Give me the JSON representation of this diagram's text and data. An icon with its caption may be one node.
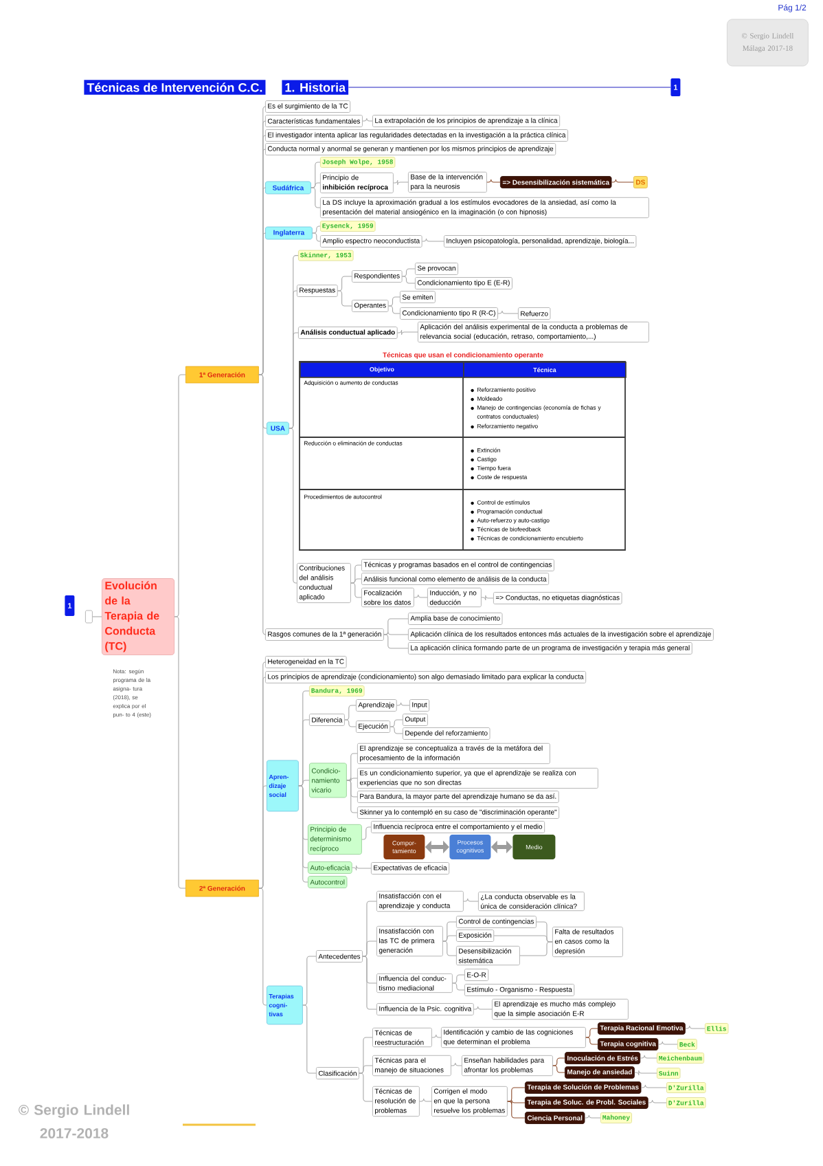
{
  "diagram": {
    "nodes": [
      {
        "text": [
          "© Sergio Lindell Málaga 2017-18"
        ]
      },
      {
        "text": [
          "Técnicas de Intervención C.C."
        ]
      },
      {
        "text": [
          "1. Historia"
        ]
      },
      {
        "text": [
          "1"
        ]
      },
      {
        "text": [
          "1"
        ]
      },
      {
        "text": [],
        "shape": "box"
      },
      {
        "text": [
          "Evolución de la Terapia de Conducta (TC)"
        ],
        "beside": [
          "Nota: según programa de la asigna- tura (2018), se explica por el pun- to 4 (este)"
        ]
      },
      {
        "text": [
          "1ª Generación"
        ]
      },
      {
        "text": [
          "Es el surgimiento de la TC"
        ]
      },
      {
        "text": [
          "Características fundamentales"
        ]
      },
      {
        "text": [
          "La extrapolación de los principios de aprendizaje a la clínica"
        ]
      },
      {
        "text": [
          "El investigador intenta aplicar las regularidades detectadas en la investigación a la práctica clínica"
        ]
      },
      {
        "text": [
          "Conducta normal y anormal se generan y mantienen por los mismos principios de aprendizaje"
        ]
      },
      {
        "text": [
          "Sudáfrica"
        ]
      },
      {
        "text": [
          "Joseph Wolpe, 1958"
        ]
      },
      {
        "text": [
          "Principio de **inhibición recíproca**"
        ]
      },
      {
        "text": [
          "Base de la intervención para la neurosis"
        ]
      },
      {
        "text": [
          "=> Desensibilización sistemática"
        ]
      },
      {
        "text": [
          "DS"
        ]
      },
      {
        "text": [
          "La DS incluye la aproximación gradual a los estímulos evocadores de la ansiedad, así como la presentación del material ansiogénico en la imaginación (o con hipnosis)"
        ]
      },
      {
        "text": [
          "Inglaterra"
        ]
      },
      {
        "text": [
          "Eysenck, 1959"
        ]
      },
      {
        "text": [
          "Amplio espectro neoconductista"
        ]
      },
      {
        "text": [
          "Incluyen psicopatología, personalidad, aprendizaje, biología..."
        ]
      },
      {
        "text": [
          "USA"
        ]
      },
      {
        "text": [
          "Skinner, 1953"
        ]
      },
      {
        "text": [
          "Respuestas"
        ]
      },
      {
        "text": [
          "Respondientes"
        ]
      },
      {
        "text": [
          "Se provocan"
        ]
      },
      {
        "text": [
          "Condicionamiento tipo E (E-R)"
        ]
      },
      {
        "text": [
          "Operantes"
        ]
      },
      {
        "text": [
          "Se emiten"
        ]
      },
      {
        "text": [
          "Condicionamiento tipo R (R-C)"
        ]
      },
      {
        "text": [
          "Refuerzo"
        ]
      },
      {
        "text": [
          "Análisis conductual aplicado"
        ]
      },
      {
        "text": [
          "Aplicación del análisis experimental de la conducta a problemas de relevancia social (educación, retraso, comportamiento,...)"
        ]
      },
      {
        "text": [
          "Contribuciones del análisis conductual aplicado"
        ]
      },
      {
        "text": [
          "Técnicas y programas basados en el control de contingencias"
        ]
      },
      {
        "text": [
          "Análisis funcional como elemento de análisis de la conducta"
        ]
      },
      {
        "text": [
          "Focalización sobre los datos"
        ]
      },
      {
        "text": [
          "Inducción, y no deducción"
        ]
      },
      {
        "text": [
          "=> Conductas, no etiquetas diagnósticas"
        ]
      },
      {
        "text": [
          "Rasgos comunes de la 1ª generación"
        ]
      },
      {
        "text": [
          "Amplia base de conocimiento"
        ]
      },
      {
        "text": [
          "Aplicación clínica de los resultados entonces más actuales de la investigación sobre el aprendizaje"
        ]
      },
      {
        "text": [
          "La aplicación clínica formando parte de un programa de investigación y terapia más general"
        ]
      },
      {
        "text": [
          "2ª Generación"
        ]
      },
      {
        "text": [
          "Heterogeneidad en la TC"
        ]
      },
      {
        "text": [
          "Los principios de aprendizaje (condicionamiento) son algo demasiado limitado para explicar la conducta"
        ]
      },
      {
        "text": [
          "Apren- dizaje social"
        ]
      },
      {
        "text": [
          "Bandura, 1969"
        ]
      },
      {
        "text": [
          "Diferencia"
        ]
      },
      {
        "text": [
          "Aprendizaje"
        ]
      },
      {
        "text": [
          "Input"
        ]
      },
      {
        "text": [
          "Ejecución"
        ]
      },
      {
        "text": [
          "Output"
        ]
      },
      {
        "text": [
          "Depende del reforzamiento"
        ]
      },
      {
        "text": [
          "Condicio- namiento vicario"
        ]
      },
      {
        "text": [
          "El aprendizaje se conceptualiza a través de la metáfora del procesamiento de la información"
        ]
      },
      {
        "text": [
          "Es un condicionamiento superior, ya que el aprendizaje se realiza con experiencias que no son directas"
        ]
      },
      {
        "text": [
          "Para Bandura, la mayor parte del aprendizaje humano se da así."
        ]
      },
      {
        "text": [
          "Skinner ya lo contempló en su caso de \"discriminación operante\""
        ]
      },
      {
        "text": [
          "Principio de determinismo recíproco"
        ]
      },
      {
        "text": [
          "Influencia recíproca entre el comportamiento y el medio"
        ]
      },
      {
        "text": [
          "Compor- tamiento"
        ]
      },
      {
        "text": [
          "Procesos cognitivos"
        ]
      },
      {
        "text": [
          "Medio"
        ]
      },
      {
        "text": [
          "Auto-eficacia"
        ]
      },
      {
        "text": [
          "Expectativas de eficacia"
        ]
      },
      {
        "text": [
          "Autocontrol"
        ]
      },
      {
        "text": [
          "Terapias cogni- tivas"
        ]
      },
      {
        "text": [
          "Antecedentes"
        ]
      },
      {
        "text": [
          "Insatisfacción con el aprendizaje y conducta"
        ]
      },
      {
        "text": [
          "¿La conducta observable es la única de consideración clínica?"
        ]
      },
      {
        "text": [
          "Insatisfacción con las TC de primera generación"
        ]
      },
      {
        "text": [
          "Control de contingencias"
        ]
      },
      {
        "text": [
          "Exposición"
        ]
      },
      {
        "text": [
          "Desensibilización sistemática"
        ]
      },
      {
        "text": [
          "Falta de resultados en casos como la depresión"
        ]
      },
      {
        "text": [
          "Influencia del conduc- tismo mediacional"
        ]
      },
      {
        "text": [
          "E-O-R"
        ]
      },
      {
        "text": [
          "Estímulo - Organismo - Respuesta"
        ]
      },
      {
        "text": [
          "Influencia de la Psic. cognitiva"
        ]
      },
      {
        "text": [
          "El aprendizaje es mucho más complejo que la simple asociación E-R"
        ]
      },
      {
        "text": [
          "Clasificación"
        ]
      },
      {
        "text": [
          "Técnicas de reestructuración"
        ]
      },
      {
        "text": [
          "Identificación y cambio de las cogniciones que determinan el problema"
        ]
      },
      {
        "text": [
          "Terapia Racional Emotiva"
        ]
      },
      {
        "text": [
          "Ellis"
        ]
      },
      {
        "text": [
          "Terapia cognitiva"
        ]
      },
      {
        "text": [
          "Beck"
        ]
      },
      {
        "text": [
          "Técnicas para el manejo de situaciones"
        ]
      },
      {
        "text": [
          "Enseñan habilidades para afrontar los problemas"
        ]
      },
      {
        "text": [
          "Inoculación de Estrés"
        ]
      },
      {
        "text": [
          "Meichenbaum"
        ]
      },
      {
        "text": [
          "Manejo de ansiedad"
        ]
      },
      {
        "text": [
          "Suinn"
        ]
      },
      {
        "text": [
          "Técnicas de resolución de problemas"
        ]
      },
      {
        "text": [
          "Corrigen el modo en que la persona resuelve los problemas"
        ]
      },
      {
        "text": [
          "Terapia de Solución de Problemas"
        ]
      },
      {
        "text": [
          "D'Zurilla"
        ]
      },
      {
        "text": [
          "Terapia de Soluc. de Probl. Sociales"
        ]
      },
      {
        "text": [
          "D'Zurilla"
        ]
      },
      {
        "text": [
          "Ciencia Personal"
        ]
      },
      {
        "text": [
          "Mahoney"
        ]
      }
    ],
    "edges": [
      {
        "from": 2,
        "to": 3,
        "arrow": "none",
        "color": "#2020c0"
      },
      {
        "from": 5,
        "to": 6,
        "arrow": "none"
      },
      {
        "from": 6,
        "to": 7,
        "arrow": "none"
      },
      {
        "from": 6,
        "to": 46,
        "arrow": "none"
      },
      {
        "from": 7,
        "to": 8,
        "arrow": "none"
      },
      {
        "from": 7,
        "to": 9,
        "arrow": "none"
      },
      {
        "from": 9,
        "to": 10,
        "arrow": "none"
      },
      {
        "from": 7,
        "to": 11,
        "arrow": "none"
      },
      {
        "from": 7,
        "to": 12,
        "arrow": "none"
      },
      {
        "from": 7,
        "to": 13,
        "arrow": "none"
      },
      {
        "from": 13,
        "to": 14,
        "arrow": "none"
      },
      {
        "from": 13,
        "to": 15,
        "arrow": "none"
      },
      {
        "from": 15,
        "to": 16,
        "arrow": "none"
      },
      {
        "from": 16,
        "to": 17,
        "arrow": "none",
        "color": "#8b4a2a"
      },
      {
        "from": 17,
        "to": 18,
        "arrow": "none",
        "color": "#8b4a2a"
      },
      {
        "from": 13,
        "to": 19,
        "arrow": "none"
      },
      {
        "from": 7,
        "to": 20,
        "arrow": "none"
      },
      {
        "from": 20,
        "to": 21,
        "arrow": "none"
      },
      {
        "from": 20,
        "to": 22,
        "arrow": "none"
      },
      {
        "from": 22,
        "to": 23,
        "arrow": "none"
      },
      {
        "from": 7,
        "to": 24,
        "arrow": "none"
      },
      {
        "from": 24,
        "to": 25,
        "arrow": "none"
      },
      {
        "from": 24,
        "to": 26,
        "arrow": "none"
      },
      {
        "from": 26,
        "to": 27,
        "arrow": "none"
      },
      {
        "from": 27,
        "to": 28,
        "arrow": "none"
      },
      {
        "from": 27,
        "to": 29,
        "arrow": "none"
      },
      {
        "from": 26,
        "to": 30,
        "arrow": "none"
      },
      {
        "from": 30,
        "to": 31,
        "arrow": "none"
      },
      {
        "from": 30,
        "to": 32,
        "arrow": "none"
      },
      {
        "from": 32,
        "to": 33,
        "arrow": "none"
      },
      {
        "from": 24,
        "to": 34,
        "arrow": "none"
      },
      {
        "from": 34,
        "to": 35,
        "arrow": "none"
      },
      {
        "from": 24,
        "to": 36,
        "arrow": "none"
      },
      {
        "from": 36,
        "to": 37,
        "arrow": "none"
      },
      {
        "from": 36,
        "to": 38,
        "arrow": "none"
      },
      {
        "from": 36,
        "to": 39,
        "arrow": "none"
      },
      {
        "from": 39,
        "to": 40,
        "arrow": "none"
      },
      {
        "from": 40,
        "to": 41,
        "arrow": "none"
      },
      {
        "from": 7,
        "to": 42,
        "arrow": "none"
      },
      {
        "from": 42,
        "to": 43,
        "arrow": "none"
      },
      {
        "from": 42,
        "to": 44,
        "arrow": "none"
      },
      {
        "from": 42,
        "to": 45,
        "arrow": "none"
      },
      {
        "from": 46,
        "to": 47,
        "arrow": "none"
      },
      {
        "from": 46,
        "to": 48,
        "arrow": "none"
      },
      {
        "from": 46,
        "to": 49,
        "arrow": "none"
      },
      {
        "from": 49,
        "to": 50,
        "arrow": "none"
      },
      {
        "from": 49,
        "to": 51,
        "arrow": "none"
      },
      {
        "from": 51,
        "to": 52,
        "arrow": "none"
      },
      {
        "from": 52,
        "to": 53,
        "arrow": "none"
      },
      {
        "from": 51,
        "to": 54,
        "arrow": "none"
      },
      {
        "from": 54,
        "to": 55,
        "arrow": "none"
      },
      {
        "from": 54,
        "to": 56,
        "arrow": "none"
      },
      {
        "from": 49,
        "to": 57,
        "arrow": "none"
      },
      {
        "from": 57,
        "to": 58,
        "arrow": "none"
      },
      {
        "from": 57,
        "to": 59,
        "arrow": "none"
      },
      {
        "from": 57,
        "to": 60,
        "arrow": "none"
      },
      {
        "from": 57,
        "to": 61,
        "arrow": "none"
      },
      {
        "from": 49,
        "to": 62,
        "arrow": "none"
      },
      {
        "from": 62,
        "to": 63,
        "arrow": "none"
      },
      {
        "from": 64,
        "to": 65,
        "arrow": "both",
        "style": "thick"
      },
      {
        "from": 65,
        "to": 66,
        "arrow": "both",
        "style": "thick"
      },
      {
        "from": 49,
        "to": 67,
        "arrow": "none"
      },
      {
        "from": 67,
        "to": 68,
        "arrow": "none"
      },
      {
        "from": 49,
        "to": 69,
        "arrow": "none"
      },
      {
        "from": 46,
        "to": 70,
        "arrow": "none"
      },
      {
        "from": 70,
        "to": 71,
        "arrow": "none"
      },
      {
        "from": 71,
        "to": 72,
        "arrow": "none"
      },
      {
        "from": 72,
        "to": 73,
        "arrow": "none"
      },
      {
        "from": 71,
        "to": 74,
        "arrow": "none"
      },
      {
        "from": 74,
        "to": 75,
        "arrow": "none"
      },
      {
        "from": 74,
        "to": 76,
        "arrow": "none"
      },
      {
        "from": 74,
        "to": 77,
        "arrow": "none"
      },
      {
        "from": 75,
        "to": 78,
        "arrow": "none"
      },
      {
        "from": 76,
        "to": 78,
        "arrow": "none"
      },
      {
        "from": 77,
        "to": 78,
        "arrow": "none"
      },
      {
        "from": 71,
        "to": 79,
        "arrow": "none"
      },
      {
        "from": 79,
        "to": 80,
        "arrow": "none"
      },
      {
        "from": 79,
        "to": 81,
        "arrow": "none"
      },
      {
        "from": 71,
        "to": 82,
        "arrow": "none"
      },
      {
        "from": 82,
        "to": 83,
        "arrow": "none"
      },
      {
        "from": 70,
        "to": 84,
        "arrow": "none"
      },
      {
        "from": 84,
        "to": 85,
        "arrow": "none"
      },
      {
        "from": 85,
        "to": 86,
        "arrow": "none"
      },
      {
        "from": 86,
        "to": 87,
        "arrow": "none",
        "color": "#8b4a2a"
      },
      {
        "from": 87,
        "to": 88,
        "arrow": "none"
      },
      {
        "from": 86,
        "to": 89,
        "arrow": "none",
        "color": "#8b4a2a"
      },
      {
        "from": 89,
        "to": 90,
        "arrow": "none"
      },
      {
        "from": 84,
        "to": 91,
        "arrow": "none"
      },
      {
        "from": 91,
        "to": 92,
        "arrow": "none"
      },
      {
        "from": 92,
        "to": 93,
        "arrow": "none",
        "color": "#8b4a2a"
      },
      {
        "from": 93,
        "to": 94,
        "arrow": "none"
      },
      {
        "from": 92,
        "to": 95,
        "arrow": "none",
        "color": "#8b4a2a"
      },
      {
        "from": 95,
        "to": 96,
        "arrow": "none"
      },
      {
        "from": 84,
        "to": 97,
        "arrow": "none"
      },
      {
        "from": 97,
        "to": 98,
        "arrow": "none"
      },
      {
        "from": 98,
        "to": 99,
        "arrow": "none",
        "color": "#8b4a2a"
      },
      {
        "from": 99,
        "to": 100,
        "arrow": "none"
      },
      {
        "from": 98,
        "to": 101,
        "arrow": "none",
        "color": "#8b4a2a"
      },
      {
        "from": 101,
        "to": 102,
        "arrow": "none"
      },
      {
        "from": 98,
        "to": 103,
        "arrow": "none",
        "color": "#8b4a2a"
      },
      {
        "from": 103,
        "to": 104,
        "arrow": "none"
      }
    ],
    "labels": [
      "Pág 1/2",
      "Técnicas que usan el condicionamiento operante",
      "Objetivo",
      "Técnica",
      "Adquisición o aumento de conductas",
      "Reforzamiento positivo",
      "Moldeado",
      "Manejo de contingencias (economía de fichas y contratos conductuales)",
      "Reforzamiento negativo",
      "Reducción o eliminación de conductas",
      "Extinción",
      "Castigo",
      "Tiempo fuera",
      "Coste de respuesta",
      "Procedimientos de autocontrol",
      "Control de estímulos",
      "Programación conductual",
      "Auto-refuerzo y auto-castigo",
      "Técnicas de biofeedback",
      "Técnicas de condicionamiento encubierto",
      "© Sergio Lindell 2017-2018"
    ]
  }
}
